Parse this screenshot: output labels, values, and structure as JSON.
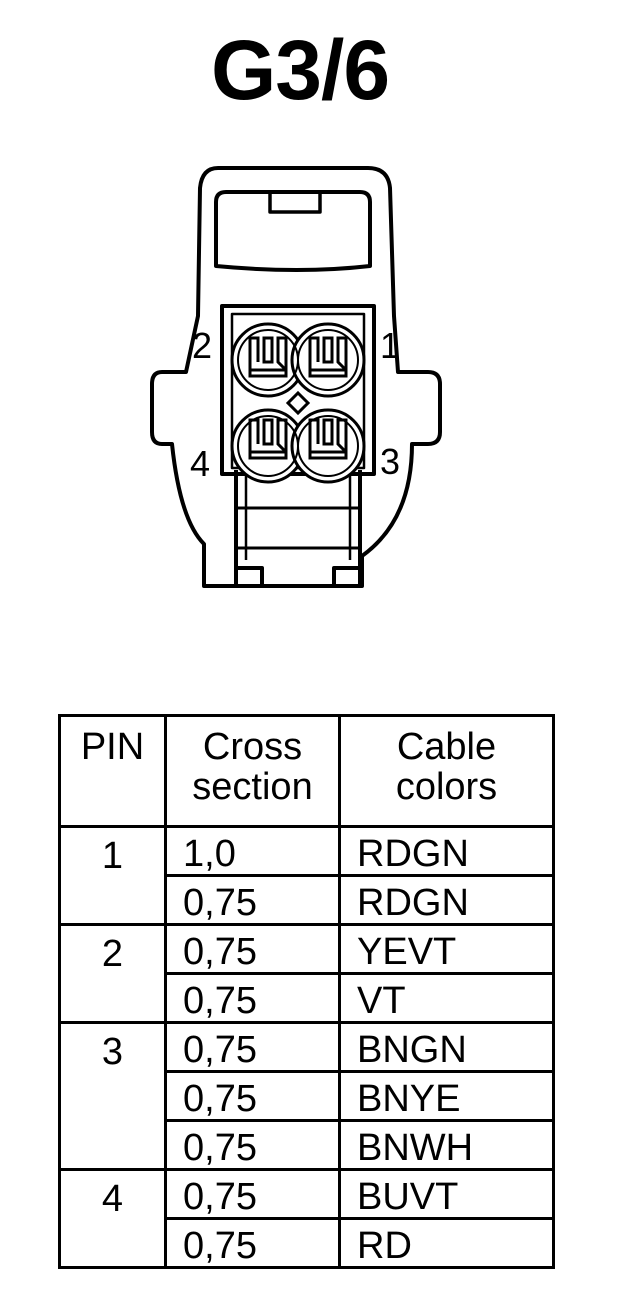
{
  "title": "G3/6",
  "pin_labels": {
    "pin1": "1",
    "pin2": "2",
    "pin3": "3",
    "pin4": "4"
  },
  "table": {
    "headers": {
      "pin": "PIN",
      "cross_line1": "Cross",
      "cross_line2": "section",
      "cable_line1": "Cable",
      "cable_line2": "colors"
    },
    "pins": [
      {
        "pin": "1",
        "rows": [
          {
            "cross_section": "1,0",
            "color": "RDGN"
          },
          {
            "cross_section": "0,75",
            "color": "RDGN"
          }
        ]
      },
      {
        "pin": "2",
        "rows": [
          {
            "cross_section": "0,75",
            "color": "YEVT"
          },
          {
            "cross_section": "0,75",
            "color": "VT"
          }
        ]
      },
      {
        "pin": "3",
        "rows": [
          {
            "cross_section": "0,75",
            "color": "BNGN"
          },
          {
            "cross_section": "0,75",
            "color": "BNYE"
          },
          {
            "cross_section": "0,75",
            "color": "BNWH"
          }
        ]
      },
      {
        "pin": "4",
        "rows": [
          {
            "cross_section": "0,75",
            "color": "BUVT"
          },
          {
            "cross_section": "0,75",
            "color": "RD"
          }
        ]
      }
    ]
  }
}
